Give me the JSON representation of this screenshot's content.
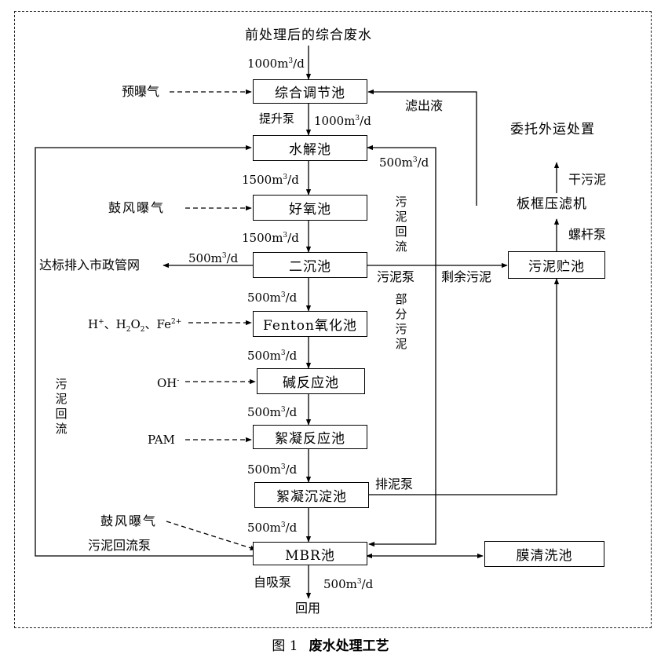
{
  "boxes": {
    "tiaojie": "综合调节池",
    "shuijie": "水解池",
    "haoyang": "好氧池",
    "erchen": "二沉池",
    "fenton": "Fenton氧化池",
    "jian": "碱反应池",
    "xuning_fanying": "絮凝反应池",
    "xuning_chendian": "絮凝沉淀池",
    "mbr": "MBR池",
    "moqingxi": "膜清洗池",
    "wunizhu": "污泥贮池",
    "banyalvji": "板框压滤机"
  },
  "labels": {
    "influent": "前处理后的综合废水",
    "flow_unit": "m",
    "flow_suffix": "/d",
    "flow_exp": "3",
    "flow_1000": "1000",
    "flow_1500": "1500",
    "flow_500": "500",
    "pre_aeration": "预曝气",
    "lift_pump": "提升泵",
    "filtrate": "滤出液",
    "blower_aeration": "鼓风曝气",
    "discharge": "达标排入市政管网",
    "sludge_return_v": "污泥回流",
    "sludge_pump": "污泥泵",
    "partial_sludge_v": "部分污泥",
    "excess_sludge": "剩余污泥",
    "screw_pump": "螺杆泵",
    "dry_sludge": "干污泥",
    "outsource": "委托外运处置",
    "oh": "OH",
    "oh_sup": "-",
    "pam": "PAM",
    "h_plus": "H",
    "h_sup": "+",
    "h2o2_h": "H",
    "h2o2_sub1": "2",
    "h2o2_o": "O",
    "h2o2_sub2": "2",
    "sep": "、",
    "fe": "Fe",
    "fe_sup": "2+",
    "sludge_discharge_pump": "排泥泵",
    "sludge_return_pump": "污泥回流泵",
    "self_priming_pump": "自吸泵",
    "reuse": "回用"
  },
  "caption": {
    "number": "图 1",
    "title": "废水处理工艺"
  }
}
